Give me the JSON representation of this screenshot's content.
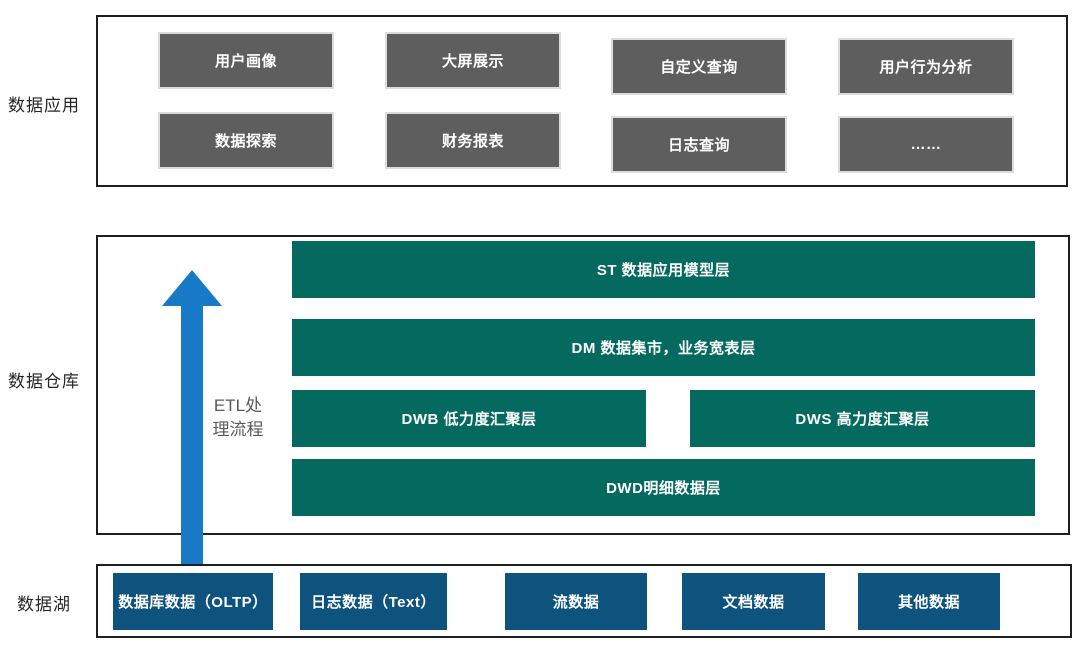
{
  "layers": {
    "app": {
      "label": "数据应用",
      "boxes": [
        "用户画像",
        "大屏展示",
        "自定义查询",
        "用户行为分析",
        "数据探索",
        "财务报表",
        "日志查询",
        "……"
      ]
    },
    "warehouse": {
      "label": "数据仓库",
      "etl_lines": [
        "ETL处",
        "理流程"
      ],
      "boxes": {
        "st": "ST 数据应用模型层",
        "dm": "DM 数据集市，业务宽表层",
        "dwb": "DWB 低力度汇聚层",
        "dws": "DWS 高力度汇聚层",
        "dwd": "DWD明细数据层"
      }
    },
    "lake": {
      "label": "数据湖",
      "boxes": [
        "数据库数据（OLTP）",
        "日志数据（Text）",
        "流数据",
        "文档数据",
        "其他数据"
      ]
    }
  },
  "colors": {
    "app_box": "#5E5E5E",
    "warehouse_box": "#046A60",
    "lake_box": "#0E537E",
    "arrow": "#187AC6",
    "frame_border": "#1F1F1F"
  }
}
